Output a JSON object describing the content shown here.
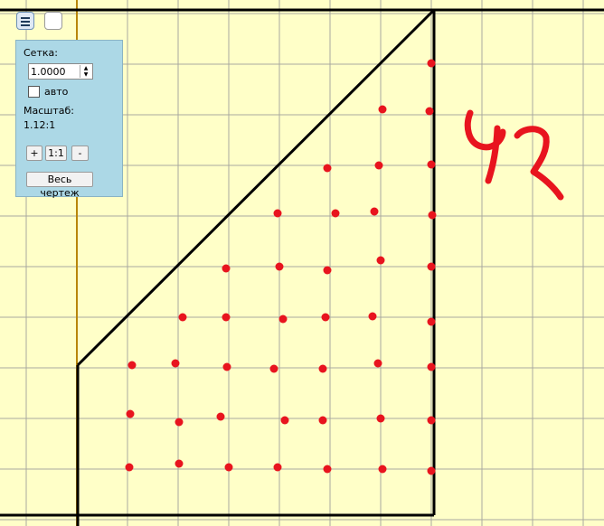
{
  "panel": {
    "grid_label": "Сетка:",
    "grid_value": "1.0000",
    "auto_label": "авто",
    "auto_checked": false,
    "scale_label": "Масштаб:",
    "scale_value": "1.12:1",
    "zoom_in_label": "+",
    "zoom_reset_label": "1:1",
    "zoom_out_label": "-",
    "whole_drawing_label": "Весь чертеж"
  },
  "toolbar": {
    "menu_icon": "hamburger-menu-icon",
    "blank_icon": "empty-square-icon"
  },
  "handwriting": "42",
  "colors": {
    "background": "#ffffc8",
    "grid_line": "#a8a8a0",
    "axis": "#b8860b",
    "shape": "#000000",
    "points": "#e8141e",
    "panel": "#acd8e6"
  }
}
